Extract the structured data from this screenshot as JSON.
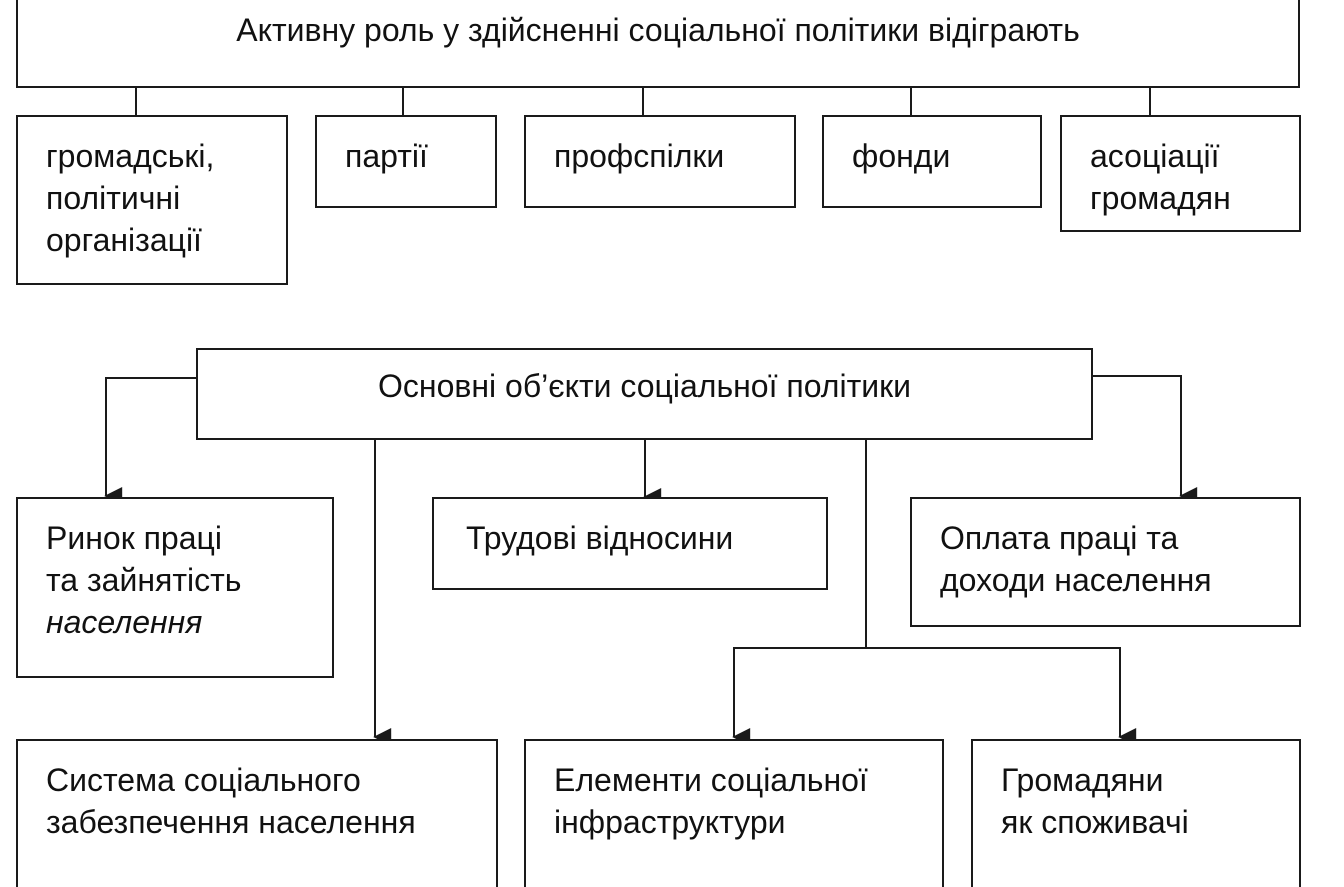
{
  "top": {
    "title": "Активну роль у здійсненні соціальної політики відіграють",
    "actors": [
      {
        "lines": [
          "громадські,",
          "політичні",
          "організації"
        ]
      },
      {
        "lines": [
          "партії"
        ]
      },
      {
        "lines": [
          "профспілки"
        ]
      },
      {
        "lines": [
          "фонди"
        ]
      },
      {
        "lines": [
          "асоціації",
          "громадян"
        ]
      }
    ]
  },
  "objects": {
    "title": "Основні об’єкти соціальної політики",
    "labor_market": [
      "Ринок праці",
      "та зайнятість",
      "населення"
    ],
    "labor_relations": [
      "Трудові відносини"
    ],
    "wages": [
      "Оплата праці та",
      "доходи населення"
    ],
    "social_security": [
      "Система соціального",
      "забезпечення населення"
    ],
    "infrastructure": [
      "Елементи соціальної",
      "інфраструктури"
    ],
    "consumers": [
      "Громадяни",
      "як споживачі"
    ]
  }
}
